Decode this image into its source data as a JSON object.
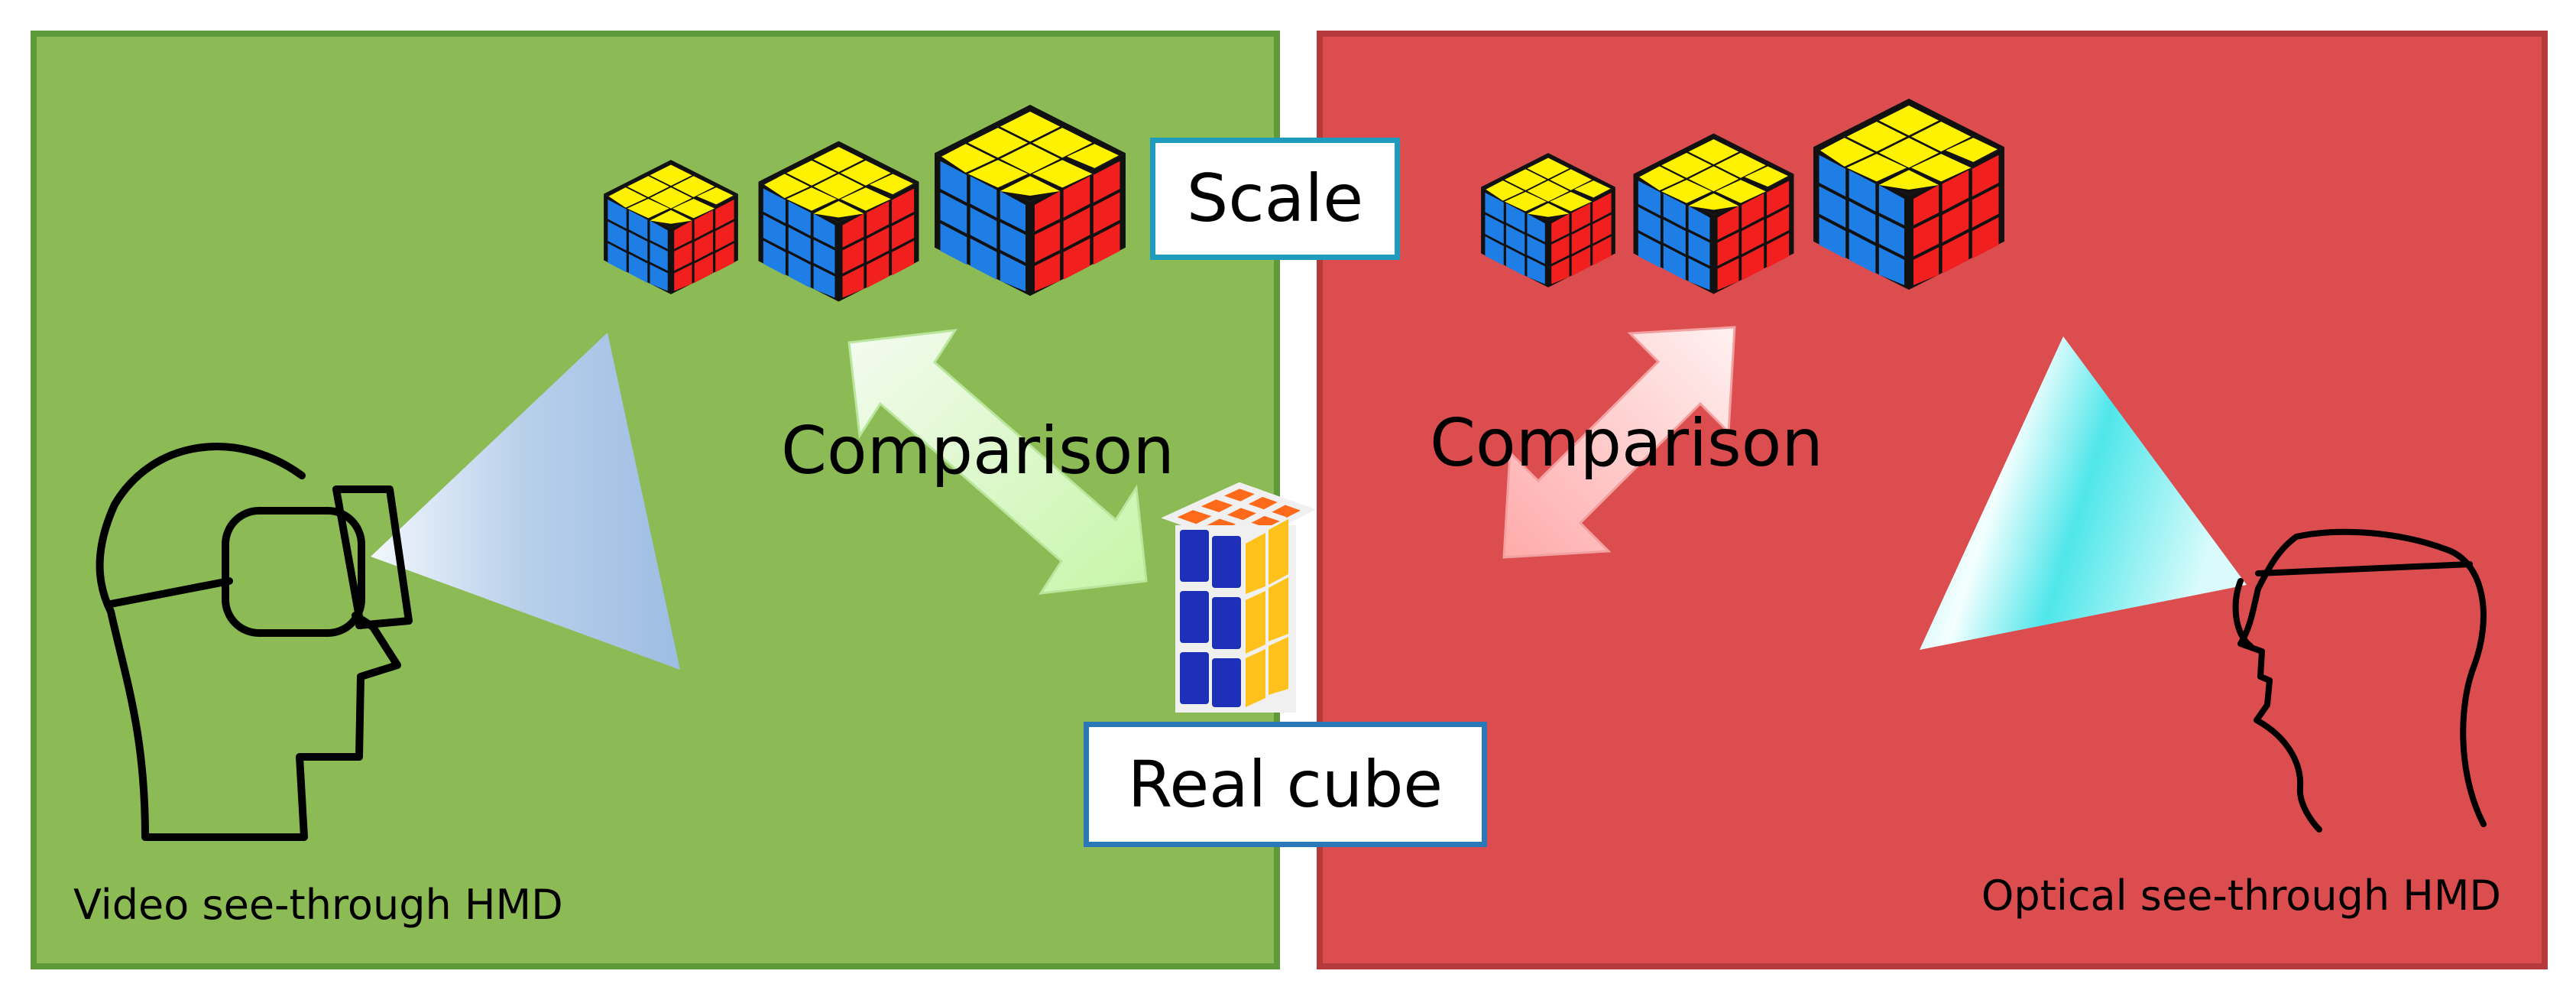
{
  "labels": {
    "scale": "Scale",
    "real_cube": "Real cube",
    "comparison_left": "Comparison",
    "comparison_right": "Comparison",
    "video_hmd": "Video see-through HMD",
    "optical_hmd": "Optical see-through HMD"
  },
  "colors": {
    "left_panel": "#8cbb55",
    "left_panel_border": "#5f9a3a",
    "right_panel": "#db4d4e",
    "right_panel_border": "#b53a3c",
    "cube_yellow": "#fff200",
    "cube_blue": "#1e7ee6",
    "cube_red": "#f21f1f",
    "real_top": "#ff6a1a",
    "real_front": "#1e2fb8",
    "real_side": "#ffc21c",
    "left_arrow": "#d9f7c8",
    "right_arrow": "#ffc7c7",
    "video_cone": "#a9c6e8",
    "optical_cone": "#7feaea"
  },
  "icons": {
    "video_head": "head-with-vr-goggles-icon",
    "optical_head": "head-with-glasses-icon",
    "virtual_cube": "rubiks-cube-icon",
    "real_cube": "real-rubiks-cube-icon"
  }
}
